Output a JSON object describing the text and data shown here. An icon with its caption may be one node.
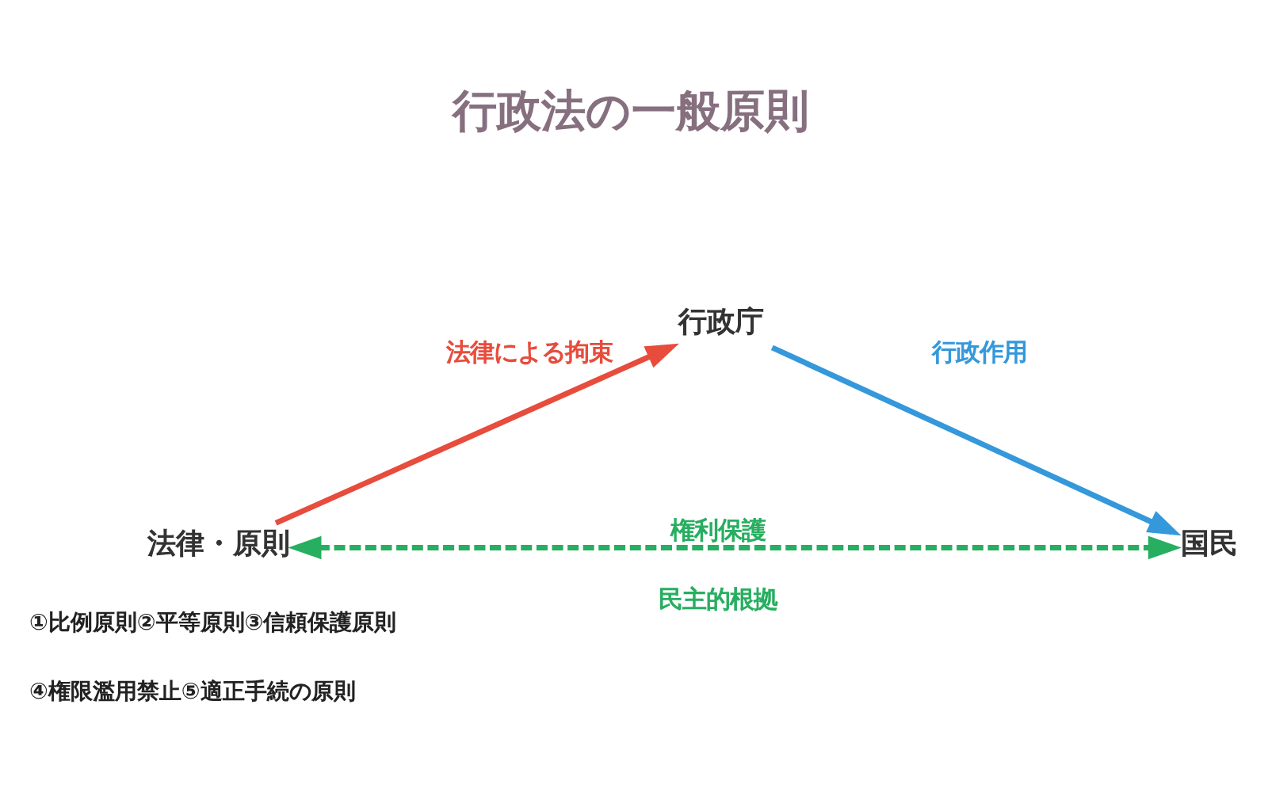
{
  "diagram": {
    "title": "行政法の一般原則",
    "nodes": [
      {
        "text": [
          "法律・原則"
        ]
      },
      {
        "text": [
          "行政庁"
        ]
      },
      {
        "text": [
          "国民"
        ]
      }
    ],
    "edges": [
      {
        "from": 0,
        "to": 1,
        "arrow": "to",
        "label": "法律による拘束",
        "color": "#e74c3c"
      },
      {
        "from": 1,
        "to": 2,
        "arrow": "to",
        "label": "行政作用",
        "color": "#3498db"
      },
      {
        "from": 0,
        "to": 2,
        "arrow": "both",
        "label": "権利保護",
        "style": "dashed",
        "color": "#27ae60"
      }
    ],
    "labels": [
      "民主的根拠",
      "①比例原則②平等原則③信頼保護原則",
      "④権限濫用禁止⑤適正手続の原則"
    ]
  }
}
